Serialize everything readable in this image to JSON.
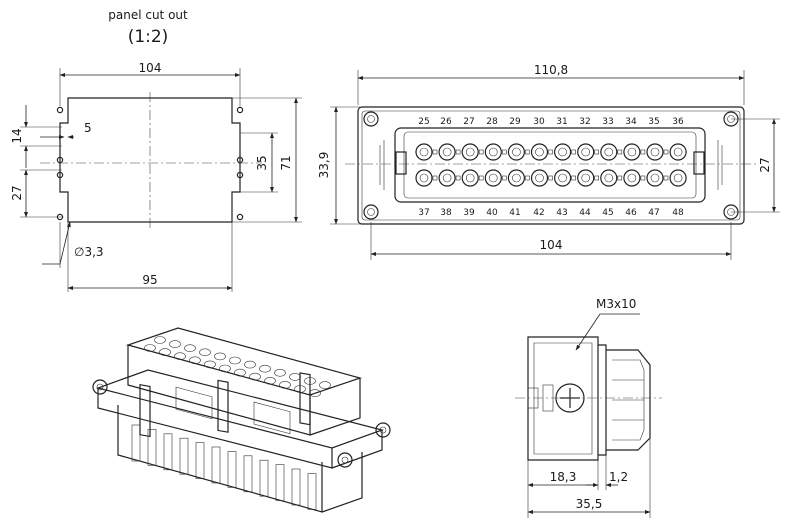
{
  "panel_cutout": {
    "title": "panel cut out",
    "scale": "(1:2)",
    "dims": {
      "width_top": "104",
      "width_bottom": "95",
      "height_outer": "71",
      "height_inner": "35",
      "left_top": "14",
      "left_small": "5",
      "left_bottom": "27",
      "hole": "∅3,3"
    }
  },
  "front_view": {
    "dims": {
      "width_overall": "110,8",
      "width_holes": "104",
      "height_left": "33,9",
      "height_right": "27"
    },
    "pins_top": [
      "25",
      "26",
      "27",
      "28",
      "29",
      "30",
      "31",
      "32",
      "33",
      "34",
      "35",
      "36"
    ],
    "pins_bottom": [
      "37",
      "38",
      "39",
      "40",
      "41",
      "42",
      "43",
      "44",
      "45",
      "46",
      "47",
      "48"
    ]
  },
  "side_view": {
    "dims": {
      "screw": "M3x10",
      "depth_a": "18,3",
      "depth_b": "1,2",
      "depth_total": "35,5"
    }
  }
}
